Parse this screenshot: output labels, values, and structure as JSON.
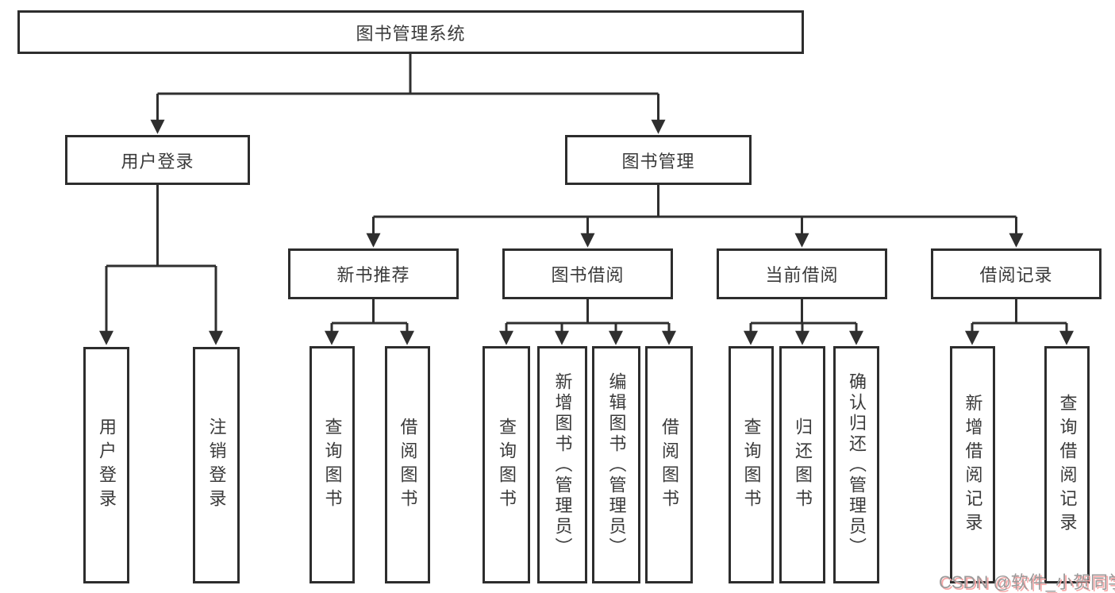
{
  "diagram": {
    "title": "图书管理系统",
    "tree": {
      "root": {
        "label": "图书管理系统"
      },
      "level1": [
        {
          "label": "用户登录",
          "leaves": [
            {
              "label": "用户登录"
            },
            {
              "label": "注销登录"
            }
          ]
        },
        {
          "label": "图书管理",
          "groups": [
            {
              "label": "新书推荐",
              "leaves": [
                {
                  "label": "查询图书"
                },
                {
                  "label": "借阅图书"
                }
              ]
            },
            {
              "label": "图书借阅",
              "leaves": [
                {
                  "label": "查询图书"
                },
                {
                  "label": "新增图书（管理员）"
                },
                {
                  "label": "编辑图书（管理员）"
                },
                {
                  "label": "借阅图书"
                }
              ]
            },
            {
              "label": "当前借阅",
              "leaves": [
                {
                  "label": "查询图书"
                },
                {
                  "label": "归还图书"
                },
                {
                  "label": "确认归还（管理员）"
                }
              ]
            },
            {
              "label": "借阅记录",
              "leaves": [
                {
                  "label": "新增借阅记录"
                },
                {
                  "label": "查询借阅记录"
                }
              ]
            }
          ]
        }
      ]
    }
  },
  "watermark": {
    "text": "CSDN @软件_小贺同学",
    "gray": "#9a9a9a",
    "pink": "#f7a8a8"
  },
  "colors": {
    "line": "#2f2f2f",
    "box_border": "#2d2d2d",
    "text": "#3a3a3a",
    "background": "#ffffff"
  }
}
